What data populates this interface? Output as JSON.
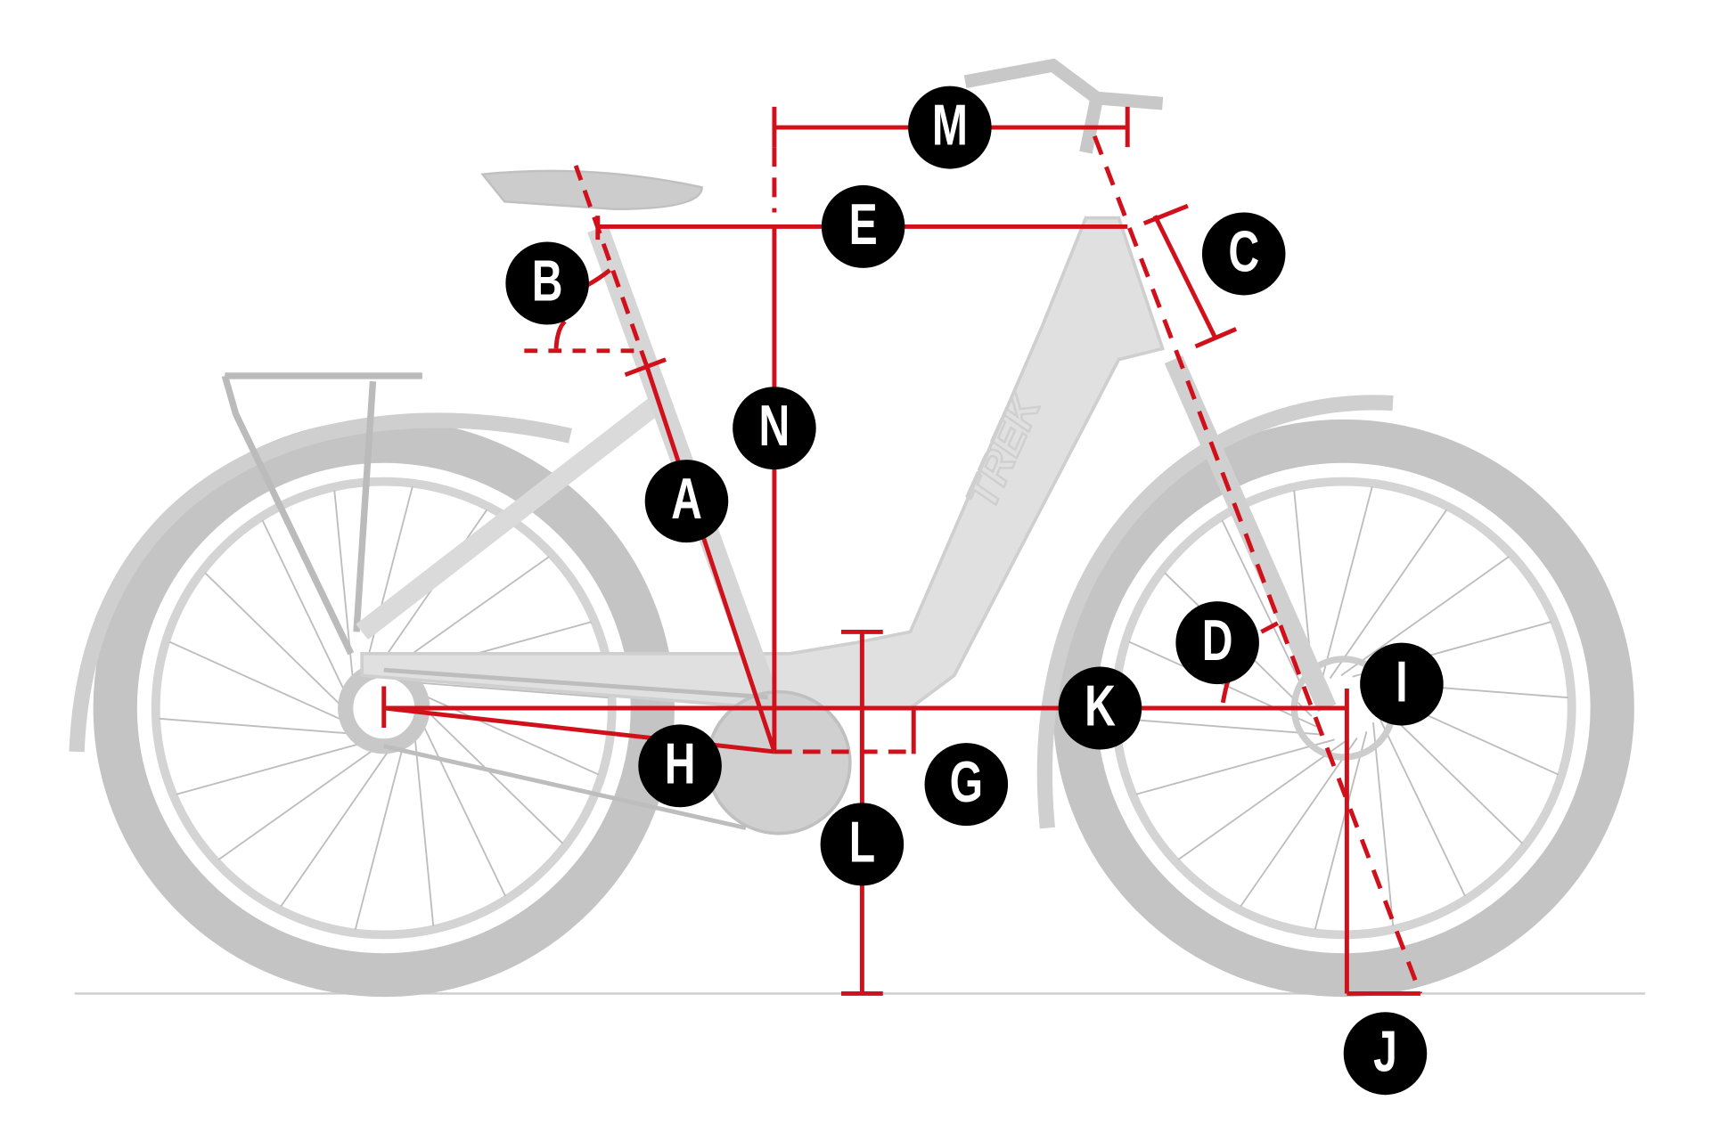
{
  "title": "Bike geometry diagram",
  "brand_logo": "TREK",
  "colors": {
    "measure": "#d0101a",
    "badge": "#000000",
    "bike": "#c8c8c8",
    "ground": "#cccccc"
  },
  "measurements": [
    {
      "id": "A",
      "label": "A"
    },
    {
      "id": "B",
      "label": "B"
    },
    {
      "id": "C",
      "label": "C"
    },
    {
      "id": "D",
      "label": "D"
    },
    {
      "id": "E",
      "label": "E"
    },
    {
      "id": "G",
      "label": "G"
    },
    {
      "id": "H",
      "label": "H"
    },
    {
      "id": "I",
      "label": "I"
    },
    {
      "id": "J",
      "label": "J"
    },
    {
      "id": "K",
      "label": "K"
    },
    {
      "id": "L",
      "label": "L"
    },
    {
      "id": "M",
      "label": "M"
    },
    {
      "id": "N",
      "label": "N"
    }
  ]
}
